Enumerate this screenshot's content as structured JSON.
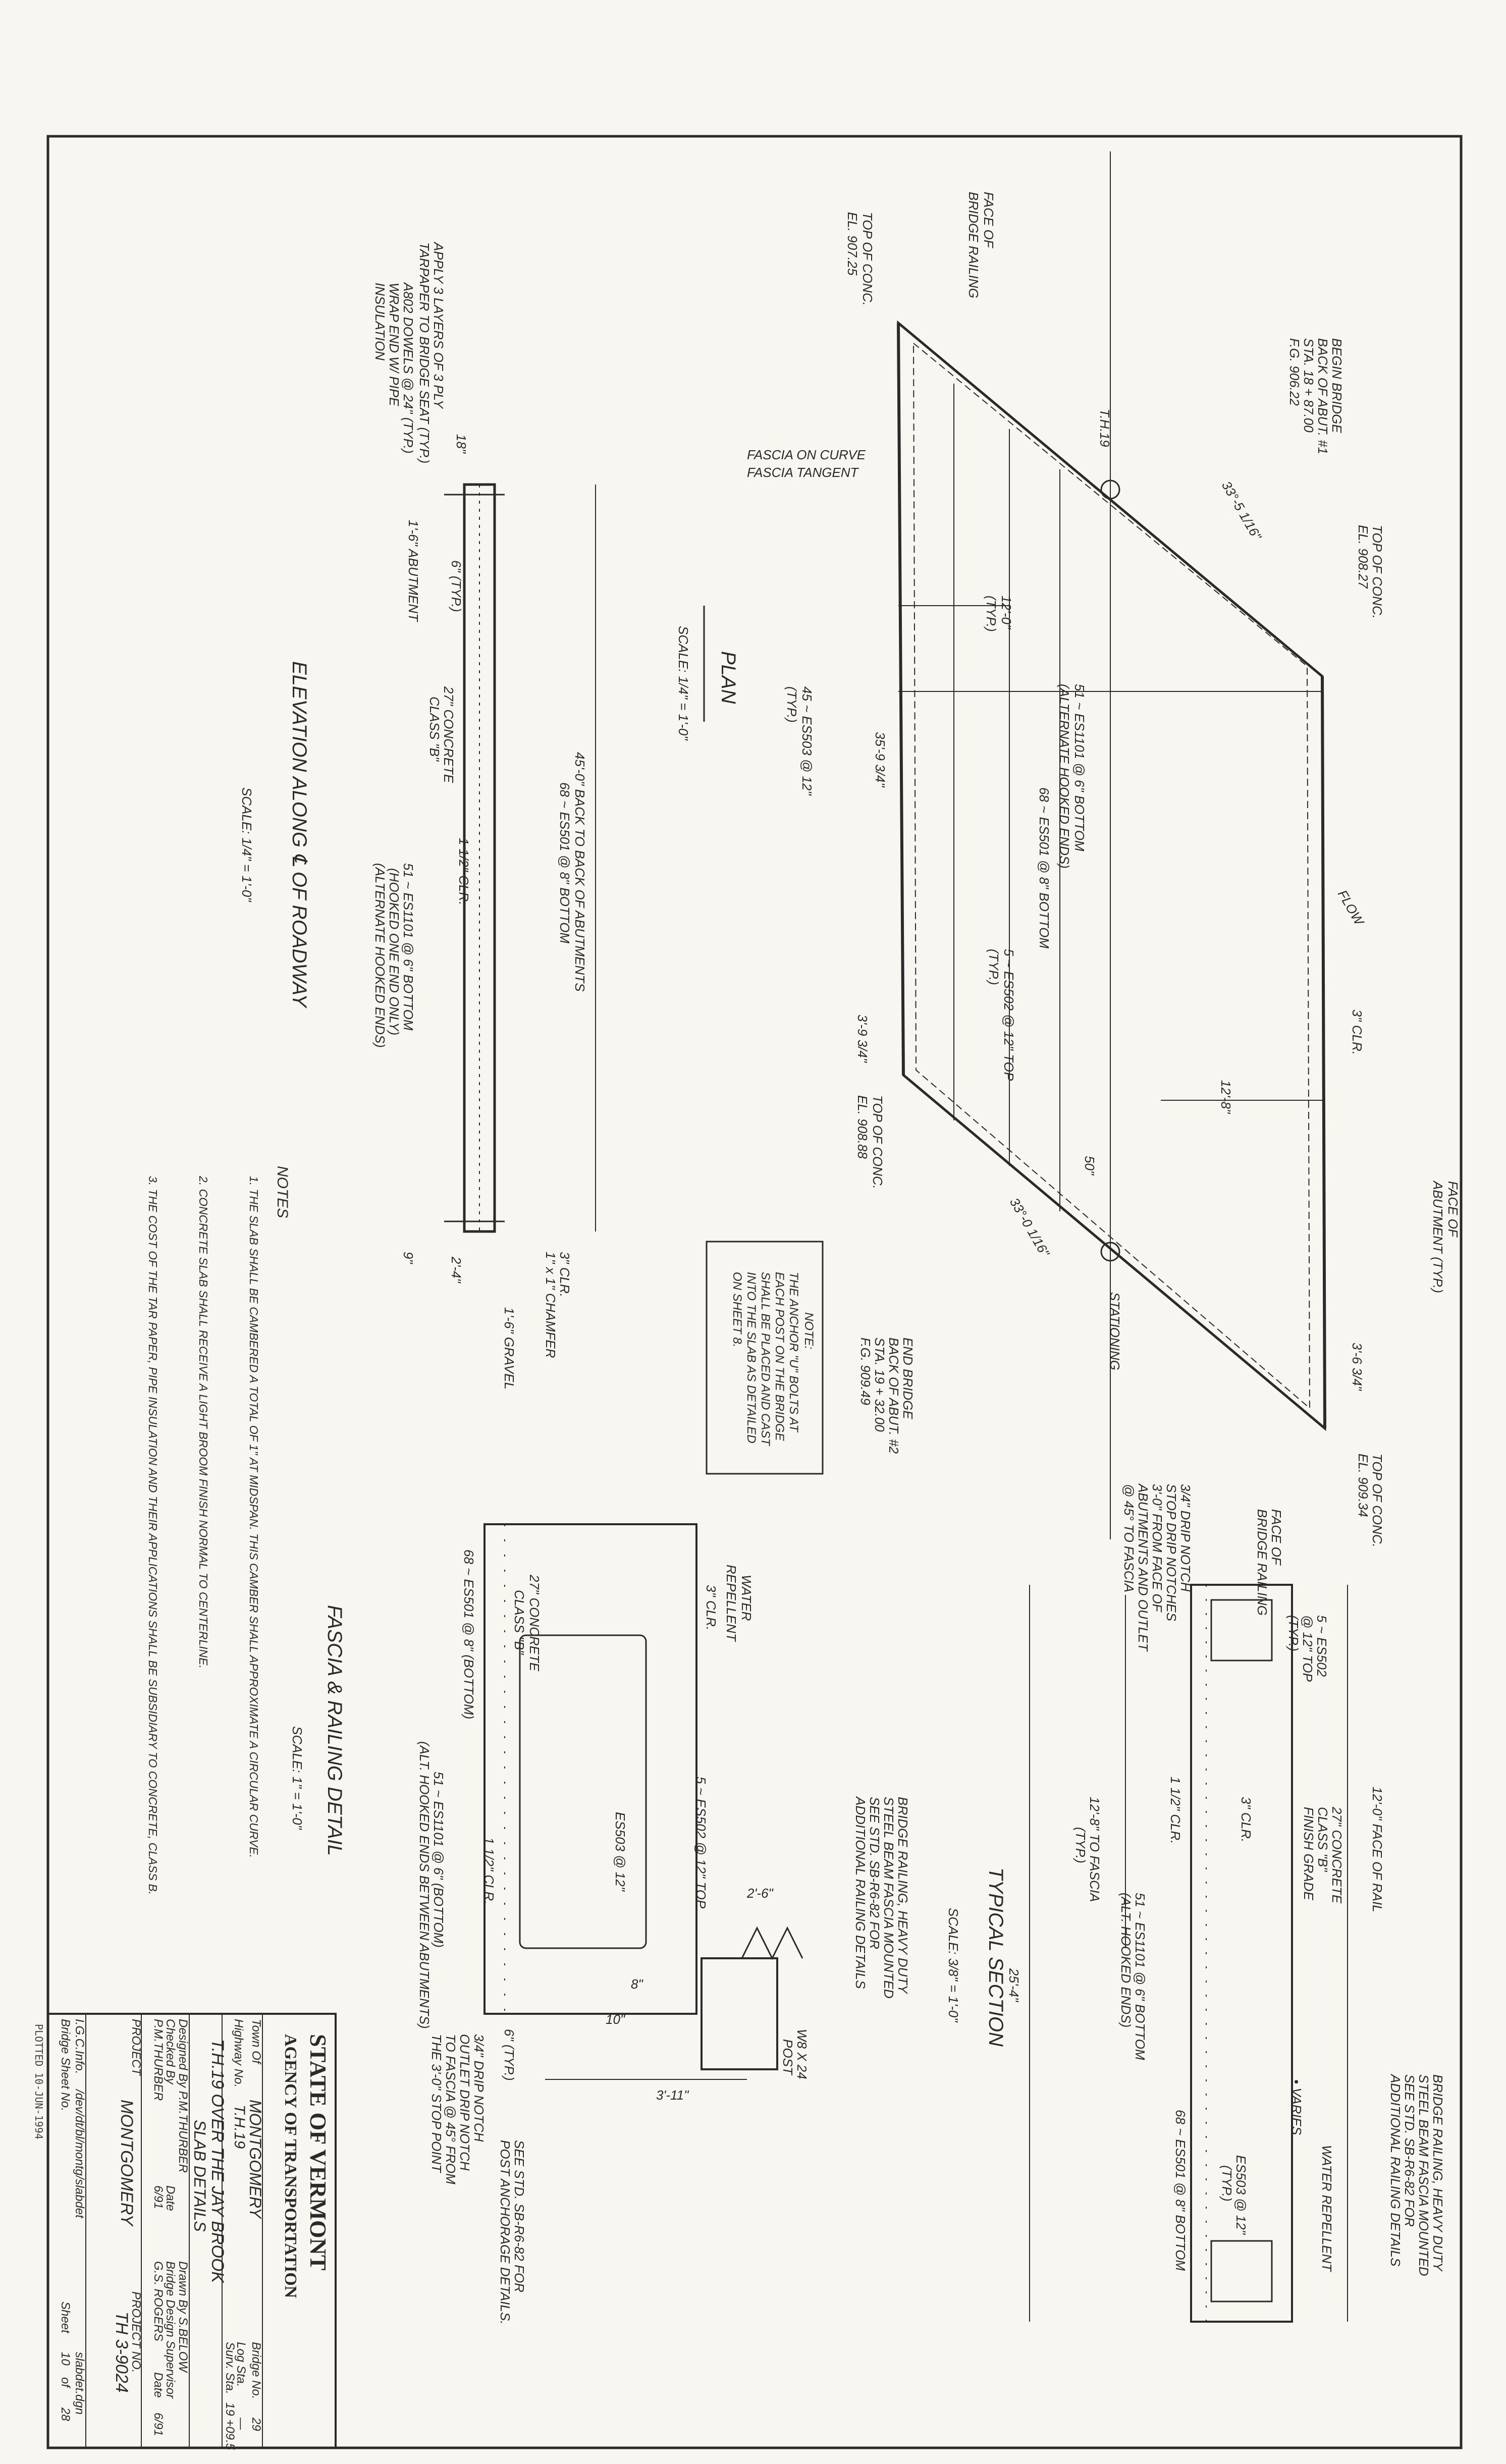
{
  "title_block": {
    "state": "STATE OF VERMONT",
    "agency": "AGENCY OF TRANSPORTATION",
    "town_label": "Town Of",
    "town": "MONTGOMERY",
    "bridge_no_label": "Bridge No.",
    "bridge_no": "29",
    "highway_label": "Highway No.",
    "highway": "T.H.19",
    "log_sta_label": "Log Sta.",
    "log_sta": "—",
    "surv_sta_label": "Surv. Sta.",
    "surv_sta": "19 +09.5",
    "project_title": "T.H.19 OVER THE JAY BROOK",
    "sheet_title": "SLAB DETAILS",
    "designed_by": "Designed By P.M.THURBER",
    "drawn_by": "Drawn By S.BELOW",
    "checked_by": "Checked By",
    "checked_name": "P.M.THURBER",
    "date_label": "Date",
    "date1": "6/91",
    "supervisor_label": "Bridge Design Supervisor",
    "supervisor": "G.S. ROGERS",
    "date2": "6/91",
    "project_label": "PROJECT",
    "project_name": "MONTGOMERY",
    "project_no_label": "PROJECT NO.",
    "project_no": "TH 3-9024",
    "igs_label": "I.G.C.Info.",
    "igs_value": "/dev/dt/bl/montg/slabdet",
    "file_ref": "slabdet.dgn",
    "bridge_sheet_label": "Bridge Sheet No.",
    "sheet_label": "Sheet",
    "sheet_no": "10",
    "of_label": "of",
    "sheet_total": "28",
    "plotted": "PLOTTED 10-JUN-1994"
  },
  "plan": {
    "title": "PLAN",
    "scale": "SCALE: 1/4\" = 1'-0\"",
    "face_rail_left": "FACE OF",
    "face_rail_left2": "BRIDGE RAILING",
    "top_conc_1": "TOP OF CONC.",
    "top_conc_1_el": "EL. 907.25",
    "begin_bridge": "BEGIN BRIDGE",
    "begin_bridge2": "BACK OF ABUT. #1",
    "begin_bridge3": "STA. 18 + 87.00",
    "begin_bridge4": "F.G. 906.22",
    "th19": "T.H.19",
    "skew1": "33°-5 1/16\"",
    "top_conc_2": "TOP OF CONC.",
    "top_conc_2_el": "EL. 908.27",
    "fascia_curve": "FASCIA ON CURVE",
    "fascia_tangent": "FASCIA TANGENT",
    "dim_12_0": "12'-0\"",
    "typ": "(TYP.)",
    "es1101": "51 ~ ES1101 @ 6\" BOTTOM",
    "es1101b": "(ALTERNATE HOOKED ENDS)",
    "es503": "45 ~ ES503 @ 12\"",
    "dim_35_9": "35'-9 3/4\"",
    "es501": "68 ~ ES501 @ 8\" BOTTOM",
    "flow": "FLOW",
    "es502": "5 ~ ES502 @ 12\" TOP",
    "clr3": "3\" CLR.",
    "dim_3_9": "3'-9 3/4\"",
    "dim_12_8": "12'-8\"",
    "top_conc_3": "TOP OF CONC.",
    "top_conc_3_el": "EL. 908.88",
    "dim_50": "50\"",
    "skew2": "33°-0 1/16\"",
    "face_abut": "FACE OF",
    "face_abut2": "ABUTMENT (TYP.)",
    "end_bridge": "END BRIDGE",
    "end_bridge2": "BACK OF ABUT. #2",
    "end_bridge3": "STA. 19 + 32.00",
    "end_bridge4": "F.G. 909.49",
    "stationing": "STATIONING",
    "dim_3_6": "3'-6 3/4\"",
    "top_conc_4": "TOP OF CONC.",
    "top_conc_4_el": "EL. 909.34",
    "face_rail_right": "FACE OF",
    "face_rail_right2": "BRIDGE RAILING",
    "note_title": "NOTE:",
    "note_text": [
      "THE ANCHOR \"U\" BOLTS AT",
      "EACH POST ON THE BRIDGE",
      "SHALL BE PLACED AND CAST",
      "INTO THE SLAB AS DETAILED",
      "ON SHEET 8."
    ]
  },
  "elevation": {
    "title": "ELEVATION ALONG ℄ OF ROADWAY",
    "scale": "SCALE: 1/4\" = 1'-0\"",
    "tarpaper": "APPLY 3 LAYERS OF 3 PLY",
    "tarpaper2": "TARPAPER TO BRIDGE SEAT (TYP.)",
    "dowels": "A802 DOWELS @ 24\" (TYP.)",
    "dowels2": "WRAP END W/ PIPE",
    "dowels3": "INSULATION",
    "dim_18": "18\"",
    "dim_6": "6\" (TYP.)",
    "abut": "1'-6\" ABUTMENT",
    "concrete": "27\" CONCRETE",
    "class_b": "CLASS \"B\"",
    "back_to_back": "45'-0\" BACK TO BACK OF ABUTMENTS",
    "es501": "68 ~ ES501 @ 8\" BOTTOM",
    "clr": "1 1/2\" CLR.",
    "es1101": "51 ~ ES1101 @ 6\" BOTTOM",
    "es1101b": "(HOOKED ONE END ONLY)",
    "es1101c": "(ALTERNATE HOOKED ENDS)",
    "clr3": "3\" CLR.",
    "chamfer": "1\" x 1\" CHAMFER",
    "gravel": "1'-6\" GRAVEL",
    "dim_24": "2'-4\"",
    "dim_9": "9\""
  },
  "notes": {
    "title": "NOTES",
    "items": [
      "1. THE SLAB SHALL BE CAMBERED A TOTAL OF 1\" AT MIDSPAN. THIS CAMBER SHALL APPROXIMATE A CIRCULAR CURVE.",
      "2. CONCRETE SLAB SHALL RECEIVE A LIGHT BROOM FINISH NORMAL TO CENTERLINE.",
      "3. THE COST OF THE TAR PAPER, PIPE INSULATION AND THEIR APPLICATIONS SHALL BE SUBSIDIARY TO CONCRETE, CLASS B."
    ]
  },
  "fascia": {
    "title": "FASCIA & RAILING DETAIL",
    "scale": "SCALE: 1\" = 1'-0\"",
    "concrete": "27\" CONCRETE",
    "class_b": "CLASS \"B\"",
    "water": "WATER",
    "water2": "REPELLENT",
    "clr3": "3\" CLR.",
    "es501": "68 ~ ES501 @ 8\" (BOTTOM)",
    "es502": "5 ~ ES502 @ 12\" TOP",
    "es503": "ES503 @ 12\"",
    "es1101": "51 ~ ES1101 @ 6\" (BOTTOM)",
    "es1101b": "(ALT. HOOKED ENDS BETWEEN ABUTMENTS)",
    "clr15": "1 1/2\" CLR.",
    "dim_2_6": "2'-6\"",
    "dim_8": "8\"",
    "dim_10": "10\"",
    "dim_6": "6\" (TYP.)",
    "dim_3_11": "3'-11\"",
    "drip": "3/4\" DRIP NOTCH",
    "drip2": "OUTLET DRIP NOTCH",
    "drip3": "TO FASCIA @ 45° FROM",
    "drip4": "THE 3'-0\" STOP POINT",
    "post": "W8 X 24",
    "post2": "POST",
    "rail": "BRIDGE RAILING, HEAVY DUTY",
    "rail2": "STEEL BEAM FASCIA MOUNTED",
    "rail3": "SEE STD. SB-R6-82 FOR",
    "rail4": "ADDITIONAL RAILING DETAILS",
    "anchor": "SEE STD. SB-R6-82 FOR",
    "anchor2": "POST ANCHORAGE DETAILS."
  },
  "typical": {
    "title": "TYPICAL SECTION",
    "scale": "SCALE: 3/8\" = 1'-0\"",
    "drip": "3/4\" DRIP NOTCH",
    "drip2": "STOP DRIP NOTCHES",
    "drip3": "3'-0\" FROM FACE OF",
    "drip4": "ABUTMENTS AND OUTLET",
    "drip5": "@ 45° TO FASCIA",
    "es502": "5 ~ ES502",
    "es502b": "@ 12\" TOP",
    "es502c": "(TYP.)",
    "face_rail": "12'-0\" FACE OF RAIL",
    "concrete": "27\" CONCRETE",
    "class_b": "CLASS \"B\"",
    "finish": "FINISH GRADE",
    "clr3": "3\" CLR.",
    "clr15": "1 1/2\" CLR.",
    "es1101": "51 ~ ES1101 @ 6\" BOTTOM",
    "es1101b": "(ALT. HOOKED ENDS)",
    "fascia": "12'-8\" TO FASCIA",
    "fascia2": "(TYP.)",
    "total": "25'-4\"",
    "varies": "• VARIES",
    "es501": "68 ~ ES501 @ 8\" BOTTOM",
    "es503": "ES503 @ 12\"",
    "es503b": "(TYP.)",
    "water": "WATER REPELLENT",
    "rail": "BRIDGE RAILING, HEAVY DUTY",
    "rail2": "STEEL BEAM FASCIA MOUNTED",
    "rail3": "SEE STD. SB-R6-82 FOR",
    "rail4": "ADDITIONAL RAILING DETAILS"
  }
}
